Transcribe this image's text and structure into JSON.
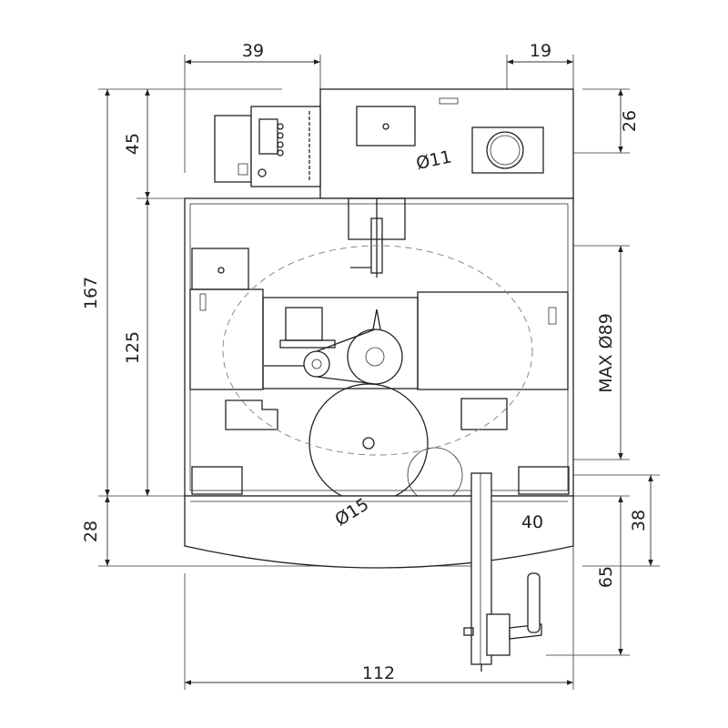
{
  "dimensions": {
    "top_left_width": "39",
    "top_right_width": "19",
    "upper_height": "45",
    "top_right_height": "26",
    "outlet_diameter": "Ø11",
    "total_height": "167",
    "body_height": "125",
    "max_diameter": "MAX Ø89",
    "inlet_diameter": "Ø15",
    "arm_offset": "40",
    "arm_upper_height": "38",
    "tray_height": "28",
    "arm_height": "65",
    "total_width": "112"
  }
}
